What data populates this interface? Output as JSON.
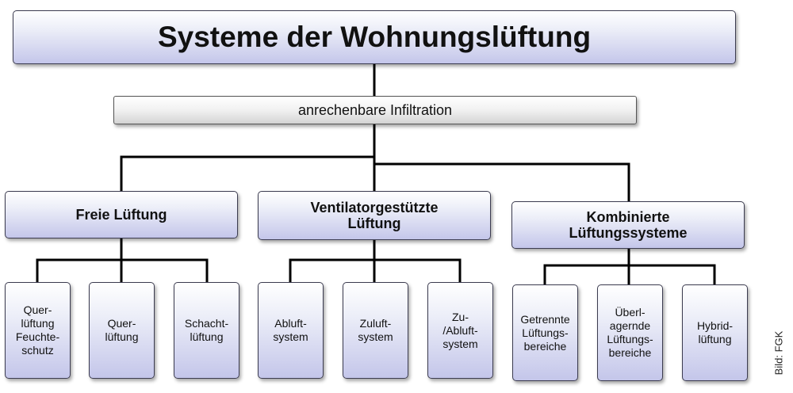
{
  "title": "Systeme der Wohnungslüftung",
  "infiltration": "anrechenbare Infiltration",
  "categories": [
    {
      "label": "Freie Lüftung",
      "children": [
        "Quer-\nlüftung\nFeuchte-\nschutz",
        "Quer-\nlüftung",
        "Schacht-\nlüftung"
      ]
    },
    {
      "label": "Ventilatorgestützte\nLüftung",
      "children": [
        "Abluft-\nsystem",
        "Zuluft-\nsystem",
        "Zu-\n/Abluft-\nsystem"
      ]
    },
    {
      "label": "Kombinierte\nLüftungssysteme",
      "children": [
        "Getrennte\nLüftungs-\nbereiche",
        "Überl-\nagernde\nLüftungs-\nbereiche",
        "Hybrid-\nlüftung"
      ]
    }
  ],
  "credit": "Bild: FGK"
}
